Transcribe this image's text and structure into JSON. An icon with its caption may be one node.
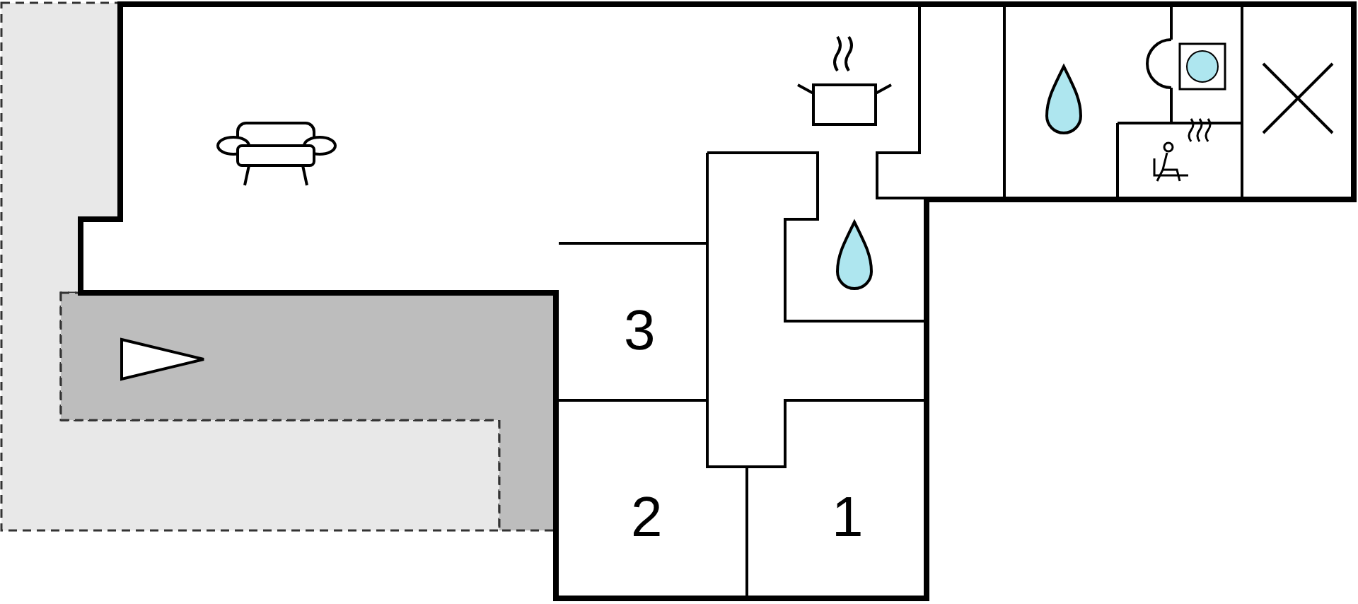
{
  "diagram": {
    "labels": [
      "3",
      "2",
      "1"
    ]
  }
}
